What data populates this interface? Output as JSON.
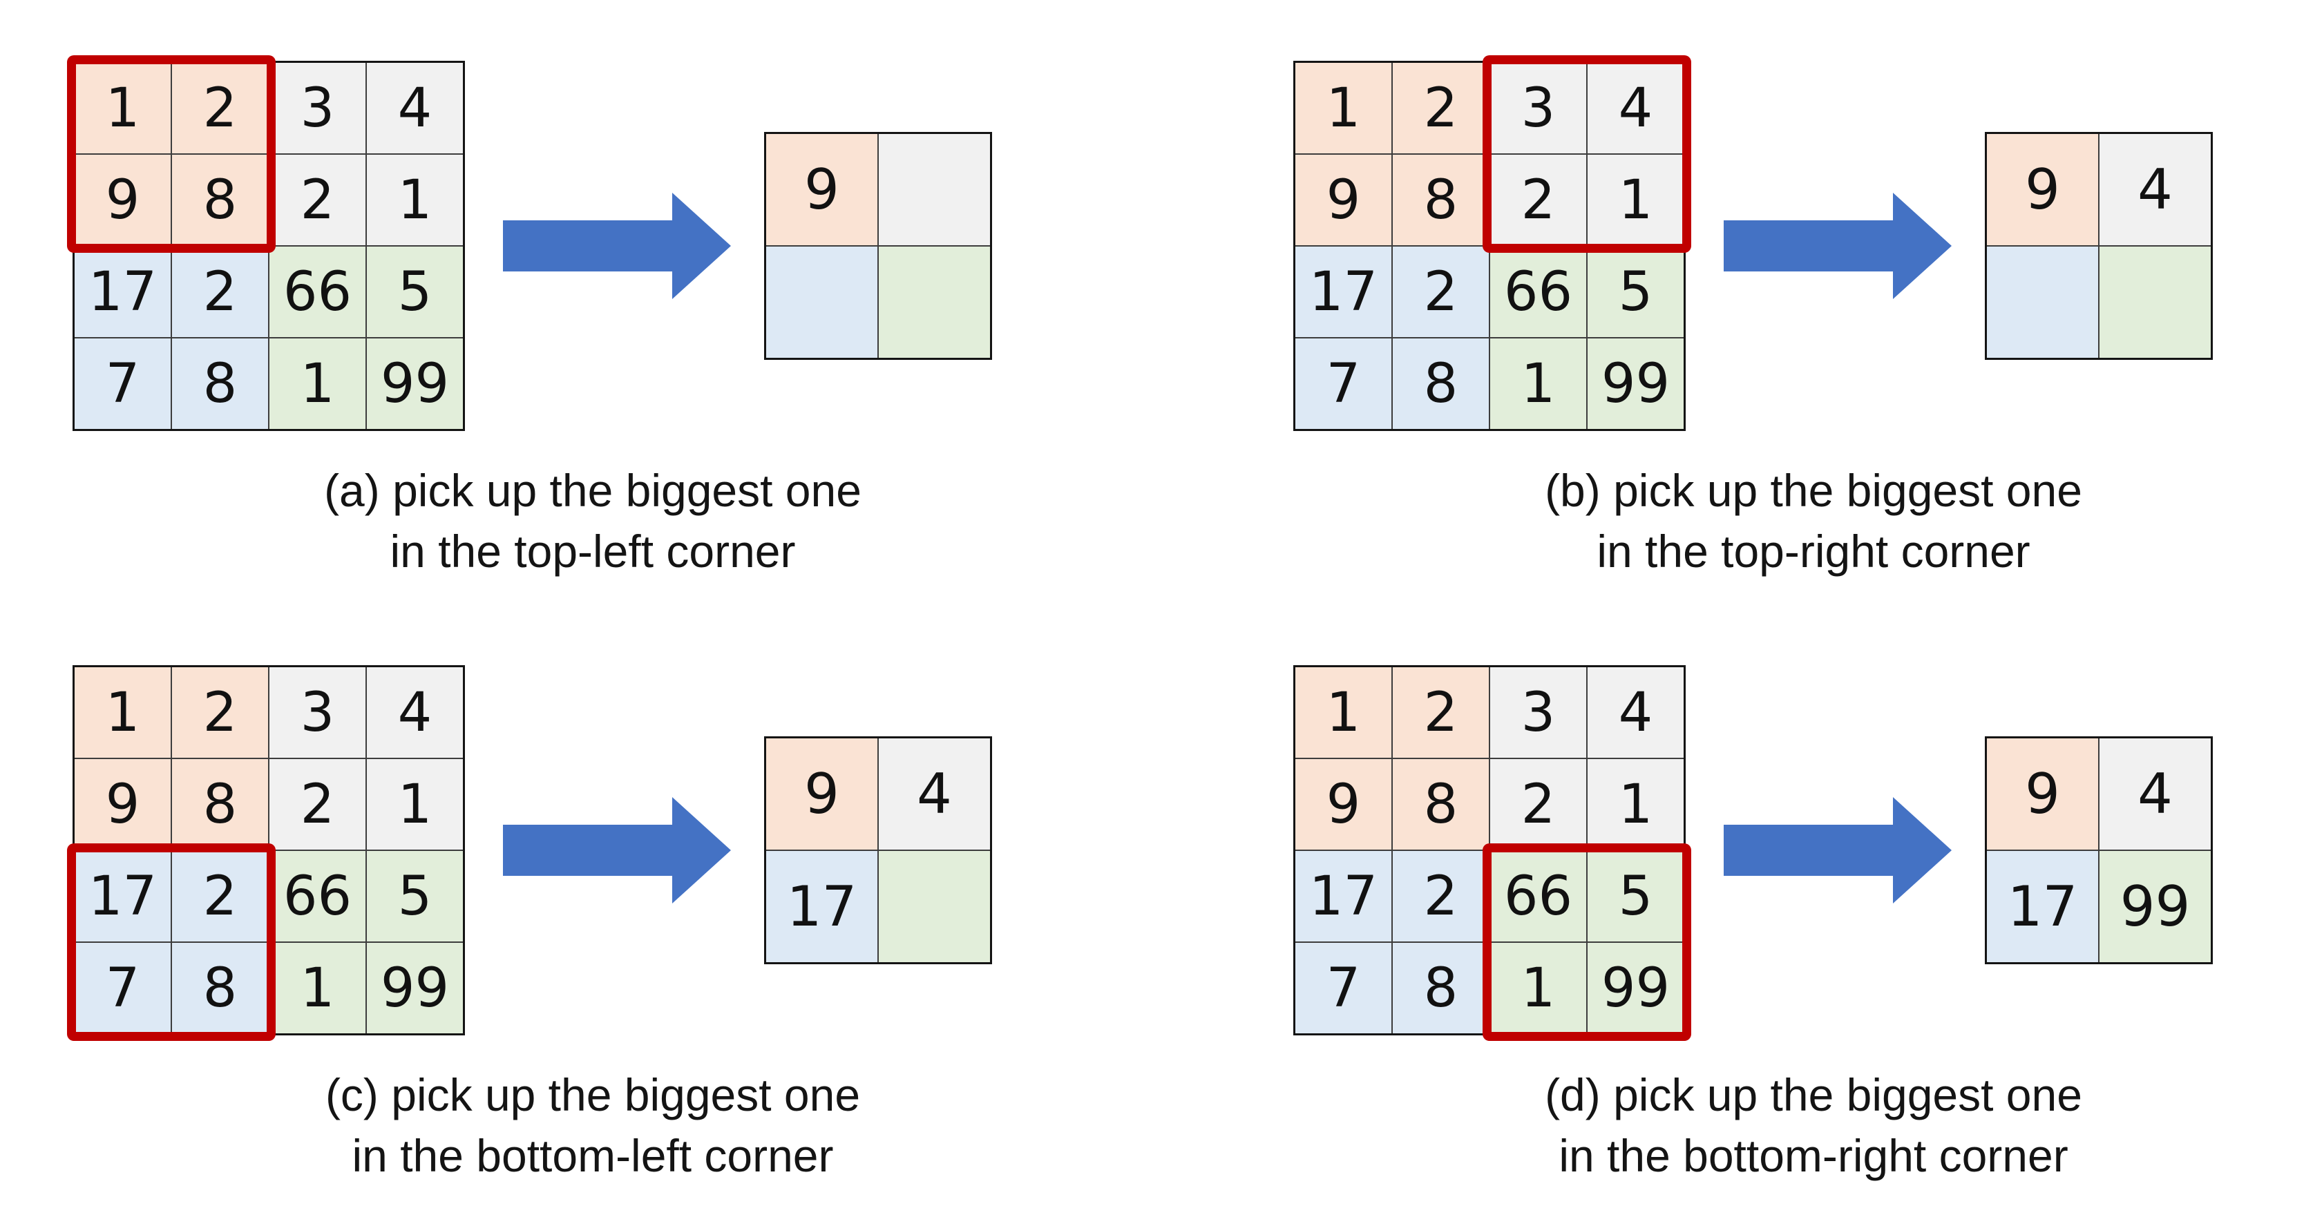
{
  "figure": {
    "description_visible_text_only": true
  },
  "colors": {
    "peach": "#FAE3D4",
    "gray": "#F1F1F1",
    "blue": "#DDE9F5",
    "green": "#E2EEDA",
    "red": "#C00000",
    "arrow": "#4472C4",
    "line": "#3d3d3d",
    "edge": "#141414"
  },
  "icons": {
    "arrow": "arrow-right-icon"
  },
  "quadrant_color_map": {
    "top_left": "peach",
    "top_right": "gray",
    "bottom_left": "blue",
    "bottom_right": "green"
  },
  "panels": [
    {
      "id": "a",
      "caption_line1": "(a) pick up the biggest one",
      "caption_line2": "in the top-left corner",
      "highlight": "top-left",
      "input_grid": [
        [
          "1",
          "2",
          "3",
          "4"
        ],
        [
          "9",
          "8",
          "2",
          "1"
        ],
        [
          "17",
          "2",
          "66",
          "5"
        ],
        [
          "7",
          "8",
          "1",
          "99"
        ]
      ],
      "output_grid": [
        [
          "9",
          ""
        ],
        [
          "",
          ""
        ]
      ]
    },
    {
      "id": "b",
      "caption_line1": "(b) pick up the biggest one",
      "caption_line2": "in the top-right corner",
      "highlight": "top-right",
      "input_grid": [
        [
          "1",
          "2",
          "3",
          "4"
        ],
        [
          "9",
          "8",
          "2",
          "1"
        ],
        [
          "17",
          "2",
          "66",
          "5"
        ],
        [
          "7",
          "8",
          "1",
          "99"
        ]
      ],
      "output_grid": [
        [
          "9",
          "4"
        ],
        [
          "",
          ""
        ]
      ]
    },
    {
      "id": "c",
      "caption_line1": "(c) pick up the biggest one",
      "caption_line2": "in the bottom-left corner",
      "highlight": "bottom-left",
      "input_grid": [
        [
          "1",
          "2",
          "3",
          "4"
        ],
        [
          "9",
          "8",
          "2",
          "1"
        ],
        [
          "17",
          "2",
          "66",
          "5"
        ],
        [
          "7",
          "8",
          "1",
          "99"
        ]
      ],
      "output_grid": [
        [
          "9",
          "4"
        ],
        [
          "17",
          ""
        ]
      ]
    },
    {
      "id": "d",
      "caption_line1": "(d) pick up the biggest one",
      "caption_line2": "in the bottom-right corner",
      "highlight": "bottom-right",
      "input_grid": [
        [
          "1",
          "2",
          "3",
          "4"
        ],
        [
          "9",
          "8",
          "2",
          "1"
        ],
        [
          "17",
          "2",
          "66",
          "5"
        ],
        [
          "7",
          "8",
          "1",
          "99"
        ]
      ],
      "output_grid": [
        [
          "9",
          "4"
        ],
        [
          "17",
          "99"
        ]
      ]
    }
  ]
}
